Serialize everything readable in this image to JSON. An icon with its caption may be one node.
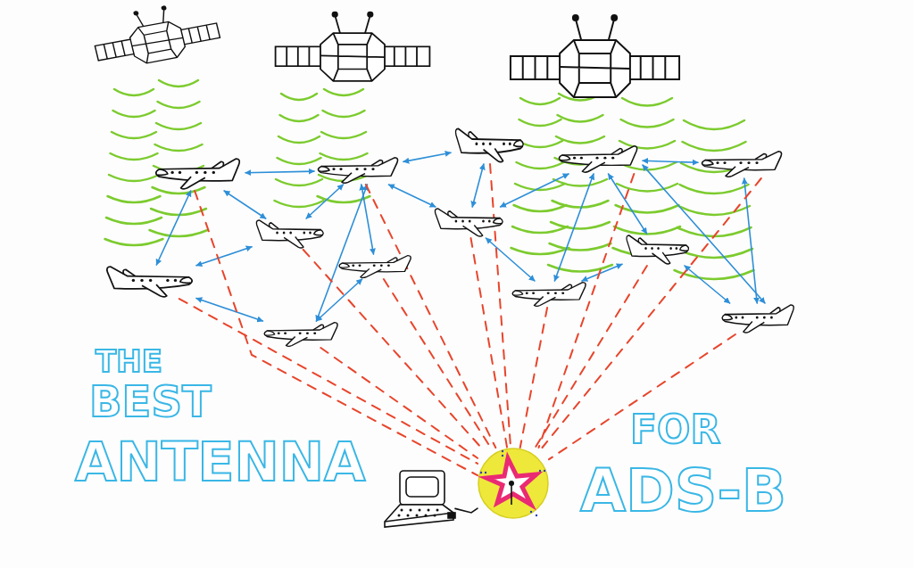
{
  "diagram": {
    "nodes": [
      {
        "text": [],
        "shape": "picture"
      },
      {
        "text": [],
        "shape": "picture"
      },
      {
        "text": [],
        "shape": "picture"
      },
      {
        "text": [],
        "shape": "picture"
      },
      {
        "text": [],
        "shape": "picture"
      },
      {
        "text": [],
        "shape": "picture"
      },
      {
        "text": [],
        "shape": "picture"
      },
      {
        "text": [],
        "shape": "picture"
      },
      {
        "text": [],
        "shape": "picture"
      },
      {
        "text": [],
        "shape": "picture"
      },
      {
        "text": [],
        "shape": "picture"
      },
      {
        "text": [],
        "shape": "picture"
      },
      {
        "text": [],
        "shape": "picture"
      },
      {
        "text": [],
        "shape": "picture"
      },
      {
        "text": [],
        "shape": "picture"
      },
      {
        "text": [],
        "shape": "picture"
      },
      {
        "text": [],
        "shape": "picture"
      },
      {
        "text": [],
        "shape": "picture"
      }
    ],
    "edges": [
      {
        "from": 3,
        "to": 4,
        "arrow": "both"
      },
      {
        "from": 3,
        "to": 5,
        "arrow": "both"
      },
      {
        "from": 3,
        "to": 6,
        "arrow": "both"
      },
      {
        "from": 4,
        "to": 5,
        "arrow": "both"
      },
      {
        "from": 4,
        "to": 8,
        "arrow": "both"
      },
      {
        "from": 4,
        "to": 7,
        "arrow": "both"
      },
      {
        "from": 6,
        "to": 5,
        "arrow": "both"
      },
      {
        "from": 6,
        "to": 8,
        "arrow": "both"
      },
      {
        "from": 7,
        "to": 8,
        "arrow": "both"
      },
      {
        "from": 4,
        "to": 10,
        "arrow": "both"
      },
      {
        "from": 4,
        "to": 9,
        "arrow": "both"
      },
      {
        "from": 9,
        "to": 10,
        "arrow": "both"
      },
      {
        "from": 10,
        "to": 11,
        "arrow": "both"
      },
      {
        "from": 11,
        "to": 14,
        "arrow": "both"
      },
      {
        "from": 10,
        "to": 14,
        "arrow": "both"
      },
      {
        "from": 14,
        "to": 13,
        "arrow": "both"
      },
      {
        "from": 11,
        "to": 13,
        "arrow": "both"
      },
      {
        "from": 11,
        "to": 12,
        "arrow": "both"
      },
      {
        "from": 11,
        "to": 15,
        "arrow": "both"
      },
      {
        "from": 12,
        "to": 15,
        "arrow": "both"
      },
      {
        "from": 13,
        "to": 15,
        "arrow": "both"
      },
      {
        "from": 6,
        "to": 17,
        "arrow": "none",
        "style": "dashed",
        "color": "#e8452c"
      },
      {
        "from": 3,
        "to": 17,
        "arrow": "none",
        "style": "dashed",
        "color": "#e8452c"
      },
      {
        "from": 5,
        "to": 17,
        "arrow": "none",
        "style": "dashed",
        "color": "#e8452c"
      },
      {
        "from": 8,
        "to": 17,
        "arrow": "none",
        "style": "dashed",
        "color": "#e8452c"
      },
      {
        "from": 4,
        "to": 17,
        "arrow": "none",
        "style": "dashed",
        "color": "#e8452c"
      },
      {
        "from": 7,
        "to": 17,
        "arrow": "none",
        "style": "dashed",
        "color": "#e8452c"
      },
      {
        "from": 10,
        "to": 17,
        "arrow": "none",
        "style": "dashed",
        "color": "#e8452c"
      },
      {
        "from": 9,
        "to": 17,
        "arrow": "none",
        "style": "dashed",
        "color": "#e8452c"
      },
      {
        "from": 14,
        "to": 17,
        "arrow": "none",
        "style": "dashed",
        "color": "#e8452c"
      },
      {
        "from": 11,
        "to": 17,
        "arrow": "none",
        "style": "dashed",
        "color": "#e8452c"
      },
      {
        "from": 13,
        "to": 17,
        "arrow": "none",
        "style": "dashed",
        "color": "#e8452c"
      },
      {
        "from": 12,
        "to": 17,
        "arrow": "none",
        "style": "dashed",
        "color": "#e8452c"
      },
      {
        "from": 15,
        "to": 17,
        "arrow": "none",
        "style": "dashed",
        "color": "#e8452c"
      },
      {
        "from": 16,
        "to": 17,
        "arrow": "none",
        "color": "#111111"
      }
    ],
    "labels": [
      "THE",
      "BEST",
      "ANTENNA",
      "FOR",
      "ADS-B"
    ]
  }
}
